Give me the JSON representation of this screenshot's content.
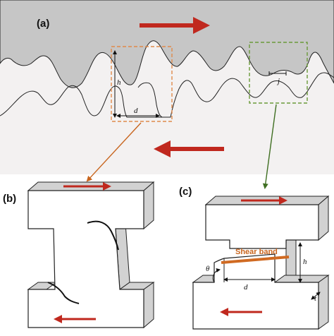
{
  "panels": {
    "a": {
      "label": "(a)"
    },
    "b": {
      "label": "(b)"
    },
    "c": {
      "label": "(c)"
    }
  },
  "annotations": {
    "h_a": "h",
    "d_a": "d",
    "j_a": "j",
    "shear_band": "Shear band",
    "theta": "θ",
    "h_c": "h",
    "d_c": "d",
    "t_c": "t"
  },
  "colors": {
    "arrow_red": "#c0281e",
    "shear_orange": "#d06a22",
    "box_orange": "#e08a4a",
    "box_green": "#6a9a3a",
    "pointer_orange": "#c8651e",
    "pointer_green": "#3f6f22",
    "upper_surface": "#c6c6c6",
    "lower_surface": "#f3f1f1",
    "block_shadow": "#d2d2d2"
  }
}
